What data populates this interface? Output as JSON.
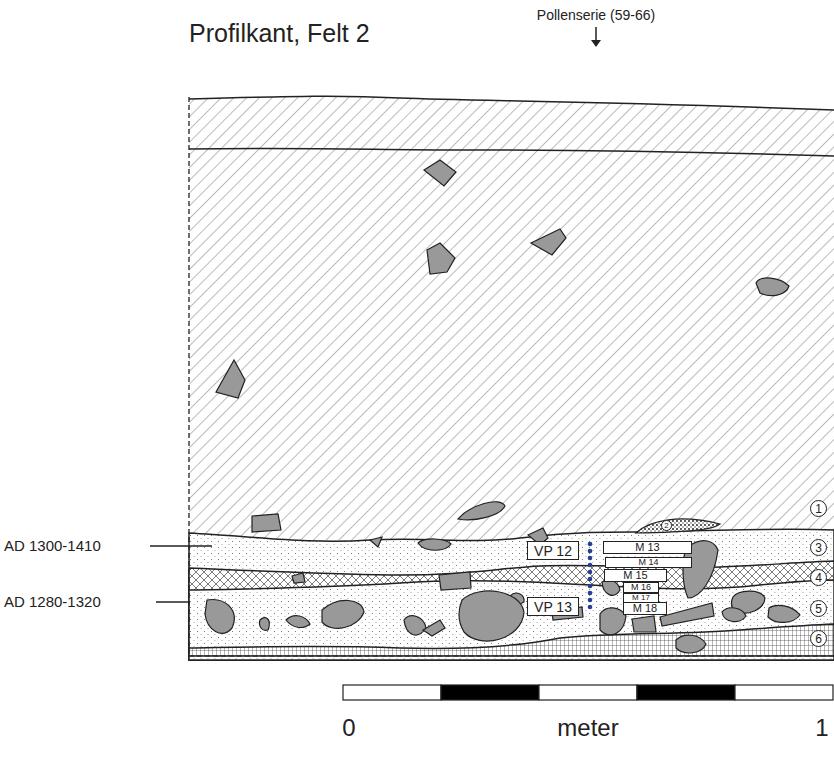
{
  "diagram": {
    "title": "Profilkant, Felt 2",
    "nodes": [
      {
        "text": [
          "1"
        ]
      },
      {
        "text": [
          "2"
        ]
      },
      {
        "text": [
          "VP 12"
        ]
      },
      {
        "text": [
          "M 13"
        ]
      },
      {
        "text": [
          "3"
        ]
      },
      {
        "text": [
          "M 14"
        ]
      },
      {
        "text": [
          "M 15"
        ]
      },
      {
        "text": [
          "4"
        ]
      },
      {
        "text": [
          "M 16"
        ]
      },
      {
        "text": [
          "M 17"
        ]
      },
      {
        "text": [
          "M 18"
        ]
      },
      {
        "text": [
          "5"
        ]
      },
      {
        "text": [
          "VP 13"
        ]
      },
      {
        "text": [
          "6"
        ]
      }
    ],
    "labels": [
      "Pollenserie (59-66)",
      "AD 1300-1410",
      "AD 1280-1320",
      "0",
      "meter",
      "1"
    ]
  }
}
